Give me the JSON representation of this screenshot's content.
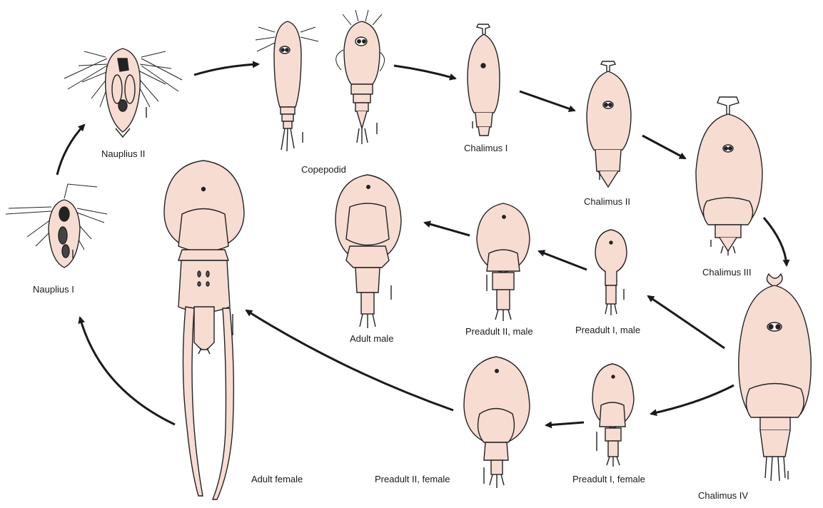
{
  "labels": {
    "nauplius_1": "Nauplius I",
    "nauplius_2": "Nauplius II",
    "copepodid": "Copepodid",
    "chalimus_1": "Chalimus I",
    "chalimus_2": "Chalimus II",
    "chalimus_3": "Chalimus III",
    "chalimus_4": "Chalimus IV",
    "preadult_1_male": "Preadult I, male",
    "preadult_2_male": "Preadult II, male",
    "adult_male": "Adult male",
    "preadult_1_female": "Preadult I, female",
    "preadult_2_female": "Preadult II, female",
    "adult_female": "Adult  female"
  },
  "colors": {
    "body_fill": "#f7dcd2",
    "outline": "#222222",
    "arrow": "#1a1a1a"
  }
}
